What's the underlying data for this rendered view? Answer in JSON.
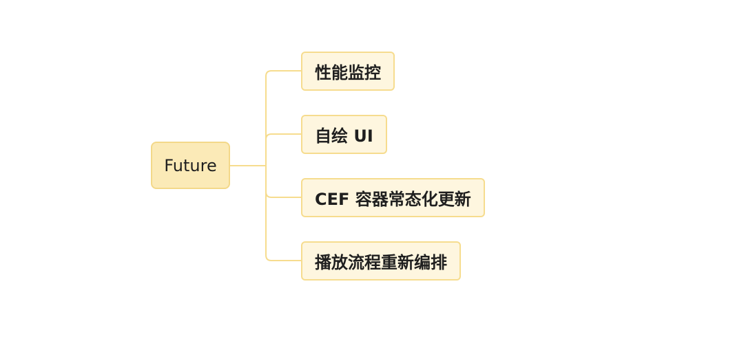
{
  "diagram": {
    "root": {
      "label": "Future"
    },
    "children": [
      {
        "label": "性能监控"
      },
      {
        "label": "自绘 UI"
      },
      {
        "label": "CEF 容器常态化更新"
      },
      {
        "label": "播放流程重新编排"
      }
    ]
  },
  "colors": {
    "root_fill": "#fbeab7",
    "node_fill": "#fef6df",
    "border": "#f6dc8e",
    "connector": "#f6dc8e",
    "text": "#1f1f1f"
  }
}
